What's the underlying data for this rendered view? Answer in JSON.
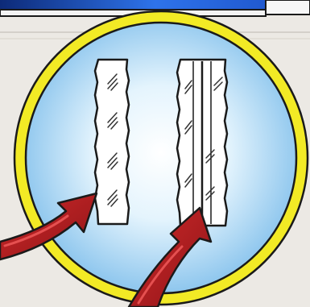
{
  "illustration": {
    "colors": {
      "background": "#ece9e4",
      "top_band": "#1f5bd6",
      "top_band_dark": "#0d2a78",
      "circle_fill_center": "#f2fbff",
      "circle_fill_edge": "#8fc8ee",
      "circle_ring": "#f2ea25",
      "outline": "#1a1a1a",
      "glass": "#ffffff",
      "arrow_red": "#b61e22",
      "arrow_red_dark": "#6e0b10"
    },
    "panels": [
      {
        "name": "single-glazing",
        "pane_count": 1
      },
      {
        "name": "double-glazing",
        "pane_count": 2
      }
    ],
    "arrows": [
      {
        "name": "arrow-left",
        "direction": "up-right"
      },
      {
        "name": "arrow-right",
        "direction": "up-right"
      }
    ]
  }
}
